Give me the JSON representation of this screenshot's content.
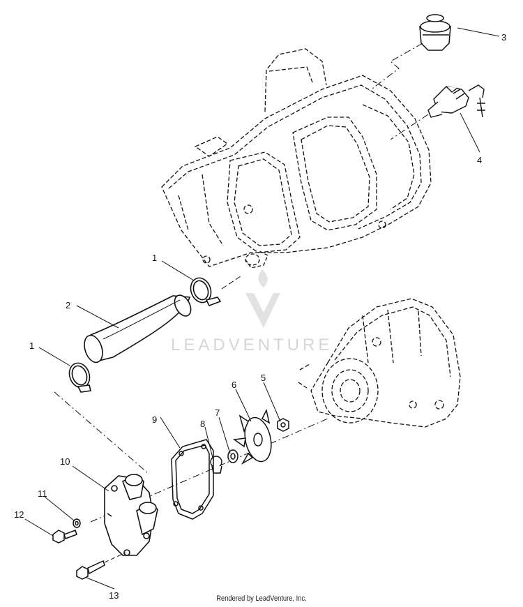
{
  "callouts": [
    {
      "id": "1a",
      "label": "1"
    },
    {
      "id": "1b",
      "label": "1"
    },
    {
      "id": "2",
      "label": "2"
    },
    {
      "id": "3",
      "label": "3"
    },
    {
      "id": "4",
      "label": "4"
    },
    {
      "id": "5",
      "label": "5"
    },
    {
      "id": "6",
      "label": "6"
    },
    {
      "id": "7",
      "label": "7"
    },
    {
      "id": "8",
      "label": "8"
    },
    {
      "id": "9",
      "label": "9"
    },
    {
      "id": "10",
      "label": "10"
    },
    {
      "id": "11",
      "label": "11"
    },
    {
      "id": "12",
      "label": "12"
    },
    {
      "id": "13",
      "label": "13"
    }
  ],
  "watermark": "LEADVENTURE",
  "footer": "Rendered by LeadVenture, Inc."
}
